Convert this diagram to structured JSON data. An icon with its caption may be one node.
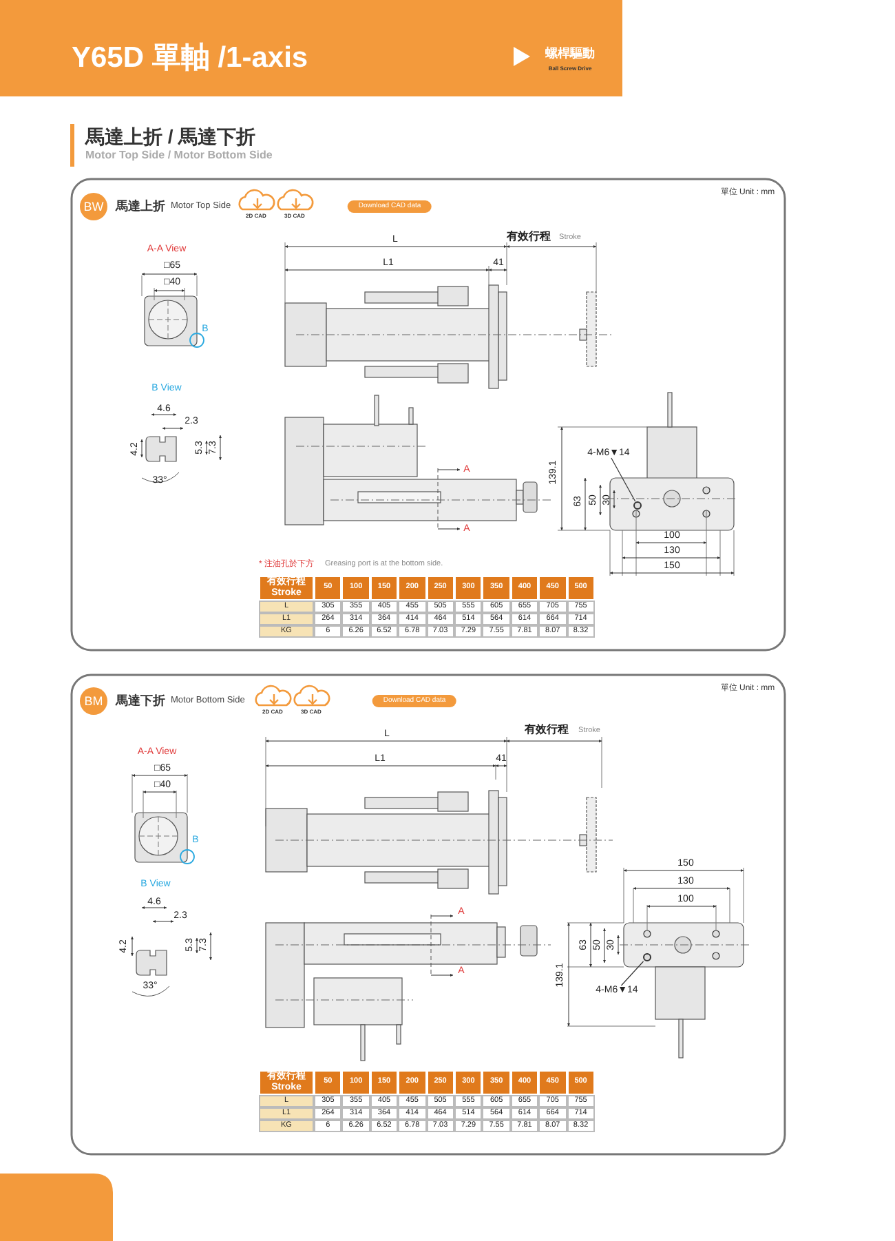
{
  "diagram": {
    "title": "Y65D 單軸 /1-axis",
    "nodes": [
      {
        "text": [
          "4-M6▼14"
        ]
      },
      {
        "text": [],
        "shape": "circle"
      },
      {
        "text": [
          "4-M6▼14"
        ]
      },
      {
        "text": [],
        "shape": "circle"
      }
    ],
    "edges": [
      {
        "from": 0,
        "to": 1,
        "arrow": "none"
      },
      {
        "from": 2,
        "to": 3,
        "arrow": "none"
      }
    ],
    "labels": [
      "螺桿驅動",
      "Ball Screw Drive",
      "馬達上折 / 馬達下折",
      "Motor Top Side / Motor Bottom Side",
      "單位 Unit : mm",
      "BW",
      "馬達上折",
      "Motor Top Side",
      "2D CAD",
      "3D CAD",
      "Download CAD data",
      "A-A View",
      "□65",
      "□40",
      "B",
      "B View",
      "4.6",
      "2.3",
      "4.2",
      "5.3",
      "7.3",
      "33°",
      "L",
      "有效行程",
      "Stroke",
      "L1",
      "41",
      "A",
      "A",
      "139.1",
      "63",
      "50",
      "30",
      "100",
      "130",
      "* 注油孔於下方",
      "Greasing port is at the bottom side.",
      "150",
      "有效行程 Stroke",
      "50",
      "100",
      "150",
      "200",
      "250",
      "300",
      "350",
      "400",
      "450",
      "500",
      "L",
      "305",
      "355",
      "405",
      "455",
      "505",
      "555",
      "605",
      "655",
      "705",
      "755",
      "L1",
      "264",
      "314",
      "364",
      "414",
      "464",
      "514",
      "564",
      "614",
      "664",
      "714",
      "KG",
      "6",
      "6.26",
      "6.52",
      "6.78",
      "7.03",
      "7.29",
      "7.55",
      "7.81",
      "8.07",
      "8.32",
      "單位 Unit : mm",
      "BM",
      "馬達下折",
      "Motor Bottom Side",
      "2D CAD",
      "3D CAD",
      "Download CAD data",
      "A-A View",
      "□65",
      "□40",
      "B",
      "B View",
      "4.6",
      "2.3",
      "4.2",
      "5.3",
      "7.3",
      "33°",
      "L",
      "有效行程",
      "Stroke",
      "L1",
      "41",
      "150",
      "130",
      "100",
      "A",
      "A",
      "63",
      "50",
      "30",
      "139.1",
      "有效行程 Stroke",
      "50",
      "100",
      "150",
      "200",
      "250",
      "300",
      "350",
      "400",
      "450",
      "500",
      "L",
      "305",
      "355",
      "405",
      "455",
      "505",
      "555",
      "605",
      "655",
      "705",
      "755",
      "L1",
      "264",
      "314",
      "364",
      "414",
      "464",
      "514",
      "564",
      "614",
      "664",
      "714",
      "KG",
      "6",
      "6.26",
      "6.52",
      "6.78",
      "7.03",
      "7.29",
      "7.55",
      "7.81",
      "8.07",
      "8.32"
    ]
  }
}
